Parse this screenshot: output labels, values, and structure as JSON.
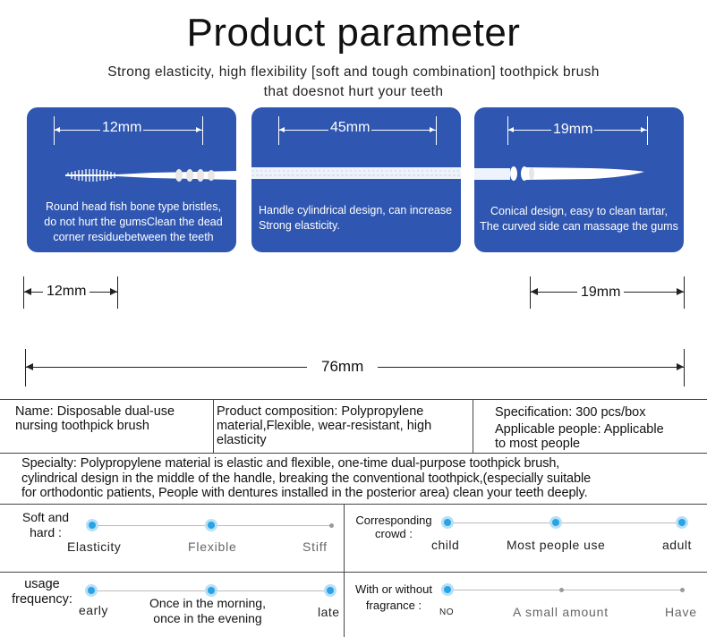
{
  "title": "Product parameter",
  "subtitle": {
    "line1": "Strong elasticity, high flexibility [soft and tough combination] toothpick brush",
    "line2": "that doesnot hurt your teeth"
  },
  "panels": [
    {
      "dim": "12mm",
      "desc": [
        "Round head fish bone type bristles,",
        "do not hurt the gumsClean the dead",
        "corner residuebetween the teeth"
      ]
    },
    {
      "dim": "45mm",
      "desc": [
        "Handle cylindrical design, can increase",
        "Strong elasticity."
      ]
    },
    {
      "dim": "19mm",
      "desc": [
        "Conical design, easy to clean tartar,",
        "The curved side can massage the gums"
      ]
    }
  ],
  "dimensions": {
    "left": "12mm",
    "right": "19mm",
    "total": "76mm"
  },
  "table": {
    "name": [
      "Name: Disposable dual-use",
      "nursing toothpick brush"
    ],
    "composition": [
      "Product composition: Polypropylene",
      "material,Flexible, wear-resistant, high",
      "elasticity"
    ],
    "specification": "Specification: 300 pcs/box",
    "applicable": [
      "Applicable people: Applicable",
      "to most people"
    ],
    "specialty": [
      "Specialty: Polypropylene material is elastic and flexible, one-time dual-purpose toothpick brush,",
      "cylindrical design in the middle of the handle, breaking the conventional toothpick,(especially suitable",
      "for orthodontic patients, People with dentures installed in the posterior area) clean your teeth deeply."
    ]
  },
  "scales": {
    "hardness": {
      "label": [
        "Soft and",
        "hard :"
      ],
      "options": [
        "Elasticity",
        "Flexible",
        "Stiff"
      ],
      "active": [
        true,
        true,
        false
      ]
    },
    "crowd": {
      "label": [
        "Corresponding",
        "crowd :"
      ],
      "options": [
        "child",
        "Most people use",
        "adult"
      ],
      "active": [
        true,
        true,
        true
      ]
    },
    "frequency": {
      "label": [
        "usage",
        "frequency:"
      ],
      "options": [
        "early",
        "Once in the morning,",
        "once in the evening",
        "late"
      ],
      "active": [
        true,
        true,
        true
      ]
    },
    "fragrance": {
      "label": [
        "With or without",
        "fragrance :"
      ],
      "options": [
        "NO",
        "A small amount",
        "Have"
      ],
      "active": [
        true,
        false,
        false
      ]
    }
  },
  "colors": {
    "panel": "#2f56b0",
    "dot": "#29a3e6",
    "dot_ring": "#b6e0f7"
  }
}
